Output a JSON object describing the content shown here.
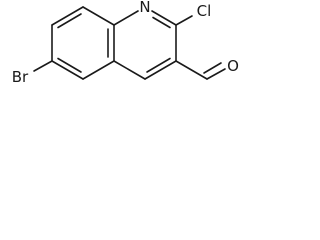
{
  "molecule": {
    "atoms": {
      "nitrogen": "N",
      "chlorine": "Cl",
      "bromine": "Br",
      "oxygen": "O"
    },
    "colors": {
      "ink": "#1a1a1a",
      "background": "#ffffff"
    }
  }
}
